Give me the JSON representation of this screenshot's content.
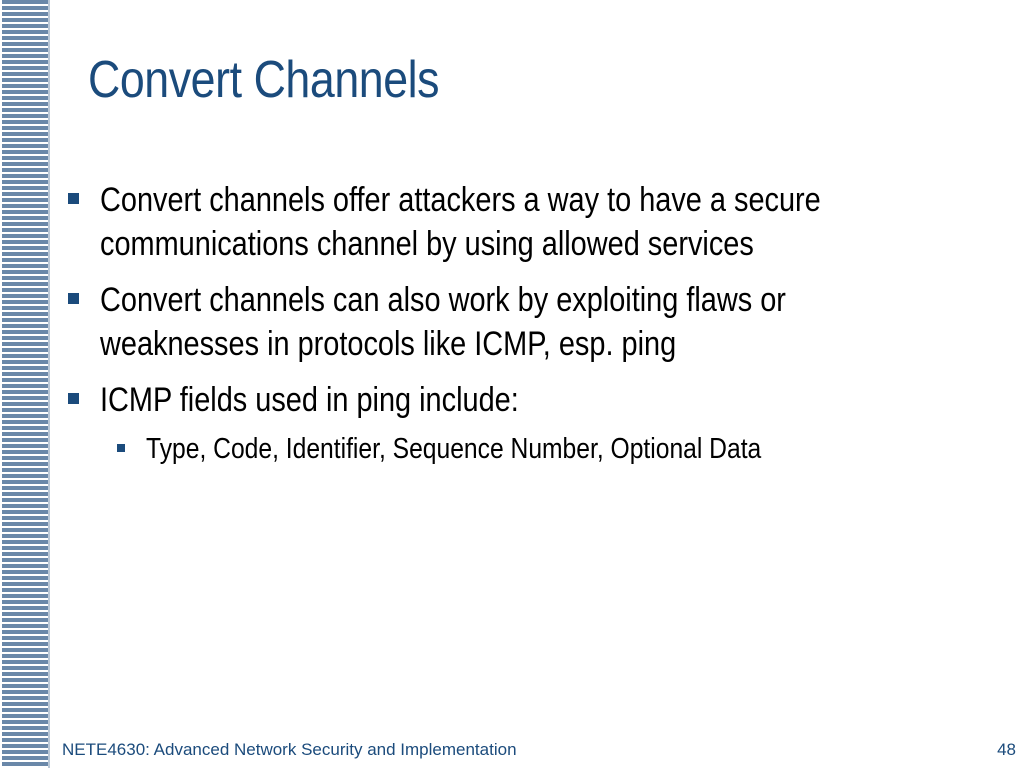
{
  "slide": {
    "title": "Convert Channels",
    "bullets": [
      {
        "level": 1,
        "text": "Convert channels offer attackers a way to have a secure communications channel by using allowed services"
      },
      {
        "level": 1,
        "text": "Convert channels can also work by exploiting flaws or weaknesses in protocols like ICMP, esp. ping"
      },
      {
        "level": 1,
        "text": "ICMP fields used in ping include:"
      },
      {
        "level": 2,
        "text": "Type, Code, Identifier, Sequence Number, Optional Data"
      }
    ]
  },
  "footer": {
    "course": "NETE4630: Advanced Network Security and Implementation",
    "page_number": "48"
  },
  "colors": {
    "accent": "#1b4b7c",
    "stripe": "#6a88a9"
  }
}
